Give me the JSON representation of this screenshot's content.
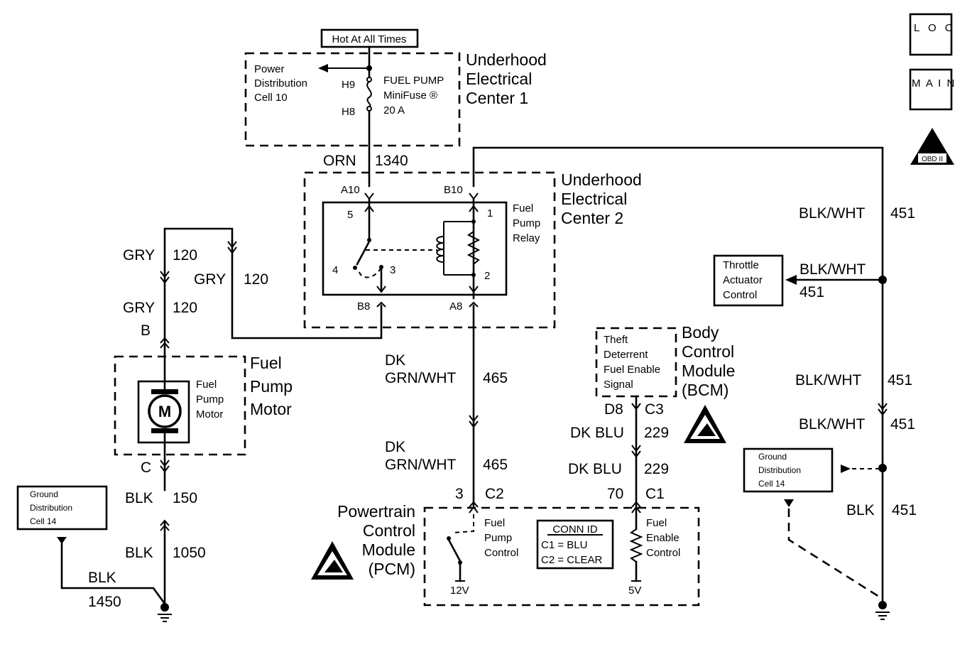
{
  "hot_label": "Hot At All Times",
  "uec1": {
    "title_lines": [
      "Underhood",
      "Electrical",
      "Center 1"
    ],
    "pdc_lines": [
      "Power",
      "Distribution",
      "Cell 10"
    ],
    "fuse_lines": [
      "FUEL PUMP",
      "MiniFuse ®",
      "20 A"
    ],
    "pin_h9": "H9",
    "pin_h8": "H8"
  },
  "uec2": {
    "title_lines": [
      "Underhood",
      "Electrical",
      "Center 2"
    ],
    "relay_lines": [
      "Fuel",
      "Pump",
      "Relay"
    ],
    "pins": {
      "a10": "A10",
      "b10": "B10",
      "b8": "B8",
      "a8": "A8"
    },
    "relay_terminals": {
      "t1": "1",
      "t2": "2",
      "t3": "3",
      "t4": "4",
      "t5": "5"
    }
  },
  "wires": {
    "orn": {
      "color": "ORN",
      "circuit": "1340"
    },
    "gry_a": {
      "color": "GRY",
      "circuit": "120"
    },
    "gry_b": {
      "color": "GRY",
      "circuit": "120"
    },
    "gry_c": {
      "color": "GRY",
      "circuit": "120"
    },
    "blk150": {
      "color": "BLK",
      "circuit": "150"
    },
    "blk1050": {
      "color": "BLK",
      "circuit": "1050"
    },
    "blk1450": {
      "color": "BLK",
      "circuit": "1450"
    },
    "dkgrn_a": {
      "color_lines": [
        "DK",
        "GRN/WHT"
      ],
      "circuit": "465"
    },
    "dkgrn_b": {
      "color_lines": [
        "DK",
        "GRN/WHT"
      ],
      "circuit": "465"
    },
    "dkblu_a": {
      "color": "DK BLU",
      "circuit": "229"
    },
    "dkblu_b": {
      "color": "DK BLU",
      "circuit": "229"
    },
    "bw_a": {
      "color": "BLK/WHT",
      "circuit": "451"
    },
    "bw_b": {
      "color": "BLK/WHT",
      "circuit": "451"
    },
    "bw_c": {
      "color": "BLK/WHT",
      "circuit": "451"
    },
    "bw_d": {
      "color": "BLK/WHT",
      "circuit": "451"
    },
    "blk451": {
      "color": "BLK",
      "circuit": "451"
    }
  },
  "fuel_pump_motor": {
    "title_lines": [
      "Fuel",
      "Pump",
      "Motor"
    ],
    "inner_lines": [
      "Fuel",
      "Pump",
      "Motor"
    ],
    "motor_symbol": "M",
    "pin_b": "B",
    "pin_c": "C"
  },
  "ground_left": {
    "lines": [
      "Ground",
      "Distribution",
      "Cell 14"
    ]
  },
  "ground_right": {
    "lines": [
      "Ground",
      "Distribution",
      "Cell 14"
    ]
  },
  "throttle": {
    "lines": [
      "Throttle",
      "Actuator",
      "Control"
    ]
  },
  "bcm": {
    "title_lines": [
      "Body",
      "Control",
      "Module",
      "(BCM)"
    ],
    "signal_lines": [
      "Theft",
      "Deterrent",
      "Fuel Enable",
      "Signal"
    ],
    "pin_d8": "D8",
    "pin_c3": "C3"
  },
  "pcm": {
    "title_lines": [
      "Powertrain",
      "Control",
      "Module",
      "(PCM)"
    ],
    "pin_3": "3",
    "pin_c2": "C2",
    "pin_70": "70",
    "pin_c1": "C1",
    "fpc_lines": [
      "Fuel",
      "Pump",
      "Control"
    ],
    "conn_lines": [
      "CONN ID",
      "C1 = BLU",
      "C2 = CLEAR"
    ],
    "fec_lines": [
      "Fuel",
      "Enable",
      "Control"
    ],
    "v12": "12V",
    "v5": "5V"
  },
  "icons": {
    "loc": "L O C",
    "main": "M A I N",
    "obd": "OBD II",
    "esd_icon": "esd-warning-icon",
    "ground_icon": "ground-symbol-icon"
  }
}
